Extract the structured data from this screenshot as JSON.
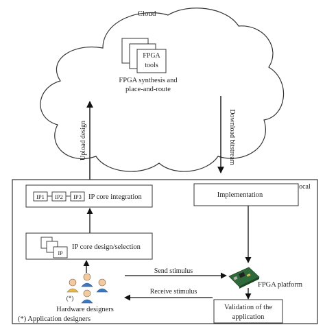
{
  "cloud": {
    "title": "Cloud",
    "tool_label_line1": "FPGA",
    "tool_label_line2": "tools",
    "caption_line1": "FPGA synthesis and",
    "caption_line2": "place-and-route"
  },
  "arrows": {
    "upload_label": "Upload design",
    "download_label": "Download bitstream",
    "send_label": "Send stimulus",
    "receive_label": "Receive stimulus"
  },
  "local": {
    "title": "Local",
    "ip_integration": {
      "ip1": "IP1",
      "ip2": "IP2",
      "ip3": "IP3",
      "label": "IP core integration"
    },
    "ip_design": {
      "icon_label": "IP",
      "label": "IP core design/selection"
    },
    "implementation_label": "Implementation",
    "fpga_platform_label": "FPGA platform",
    "validation_line1": "Validation of the",
    "validation_line2": "application",
    "designers": {
      "marker": "(*)",
      "label": "Hardware designers",
      "footnote": "(*) Application designers"
    }
  }
}
